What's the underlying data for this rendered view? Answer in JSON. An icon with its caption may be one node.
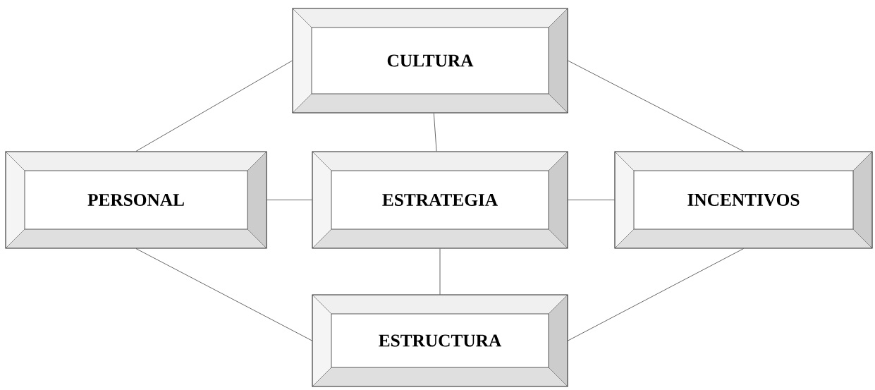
{
  "diagram": {
    "nodes": [
      {
        "text": [
          "CULTURA"
        ]
      },
      {
        "text": [
          "PERSONAL"
        ]
      },
      {
        "text": [
          "ESTRATEGIA"
        ]
      },
      {
        "text": [
          "INCENTIVOS"
        ]
      },
      {
        "text": [
          "ESTRUCTURA"
        ]
      }
    ],
    "edges": [
      {
        "from": 0,
        "to": 1,
        "arrow": "none"
      },
      {
        "from": 0,
        "to": 3,
        "arrow": "none"
      },
      {
        "from": 0,
        "to": 2,
        "arrow": "none"
      },
      {
        "from": 1,
        "to": 2,
        "arrow": "none"
      },
      {
        "from": 2,
        "to": 3,
        "arrow": "none"
      },
      {
        "from": 2,
        "to": 4,
        "arrow": "none"
      },
      {
        "from": 1,
        "to": 4,
        "arrow": "none"
      },
      {
        "from": 3,
        "to": 4,
        "arrow": "none"
      }
    ]
  }
}
